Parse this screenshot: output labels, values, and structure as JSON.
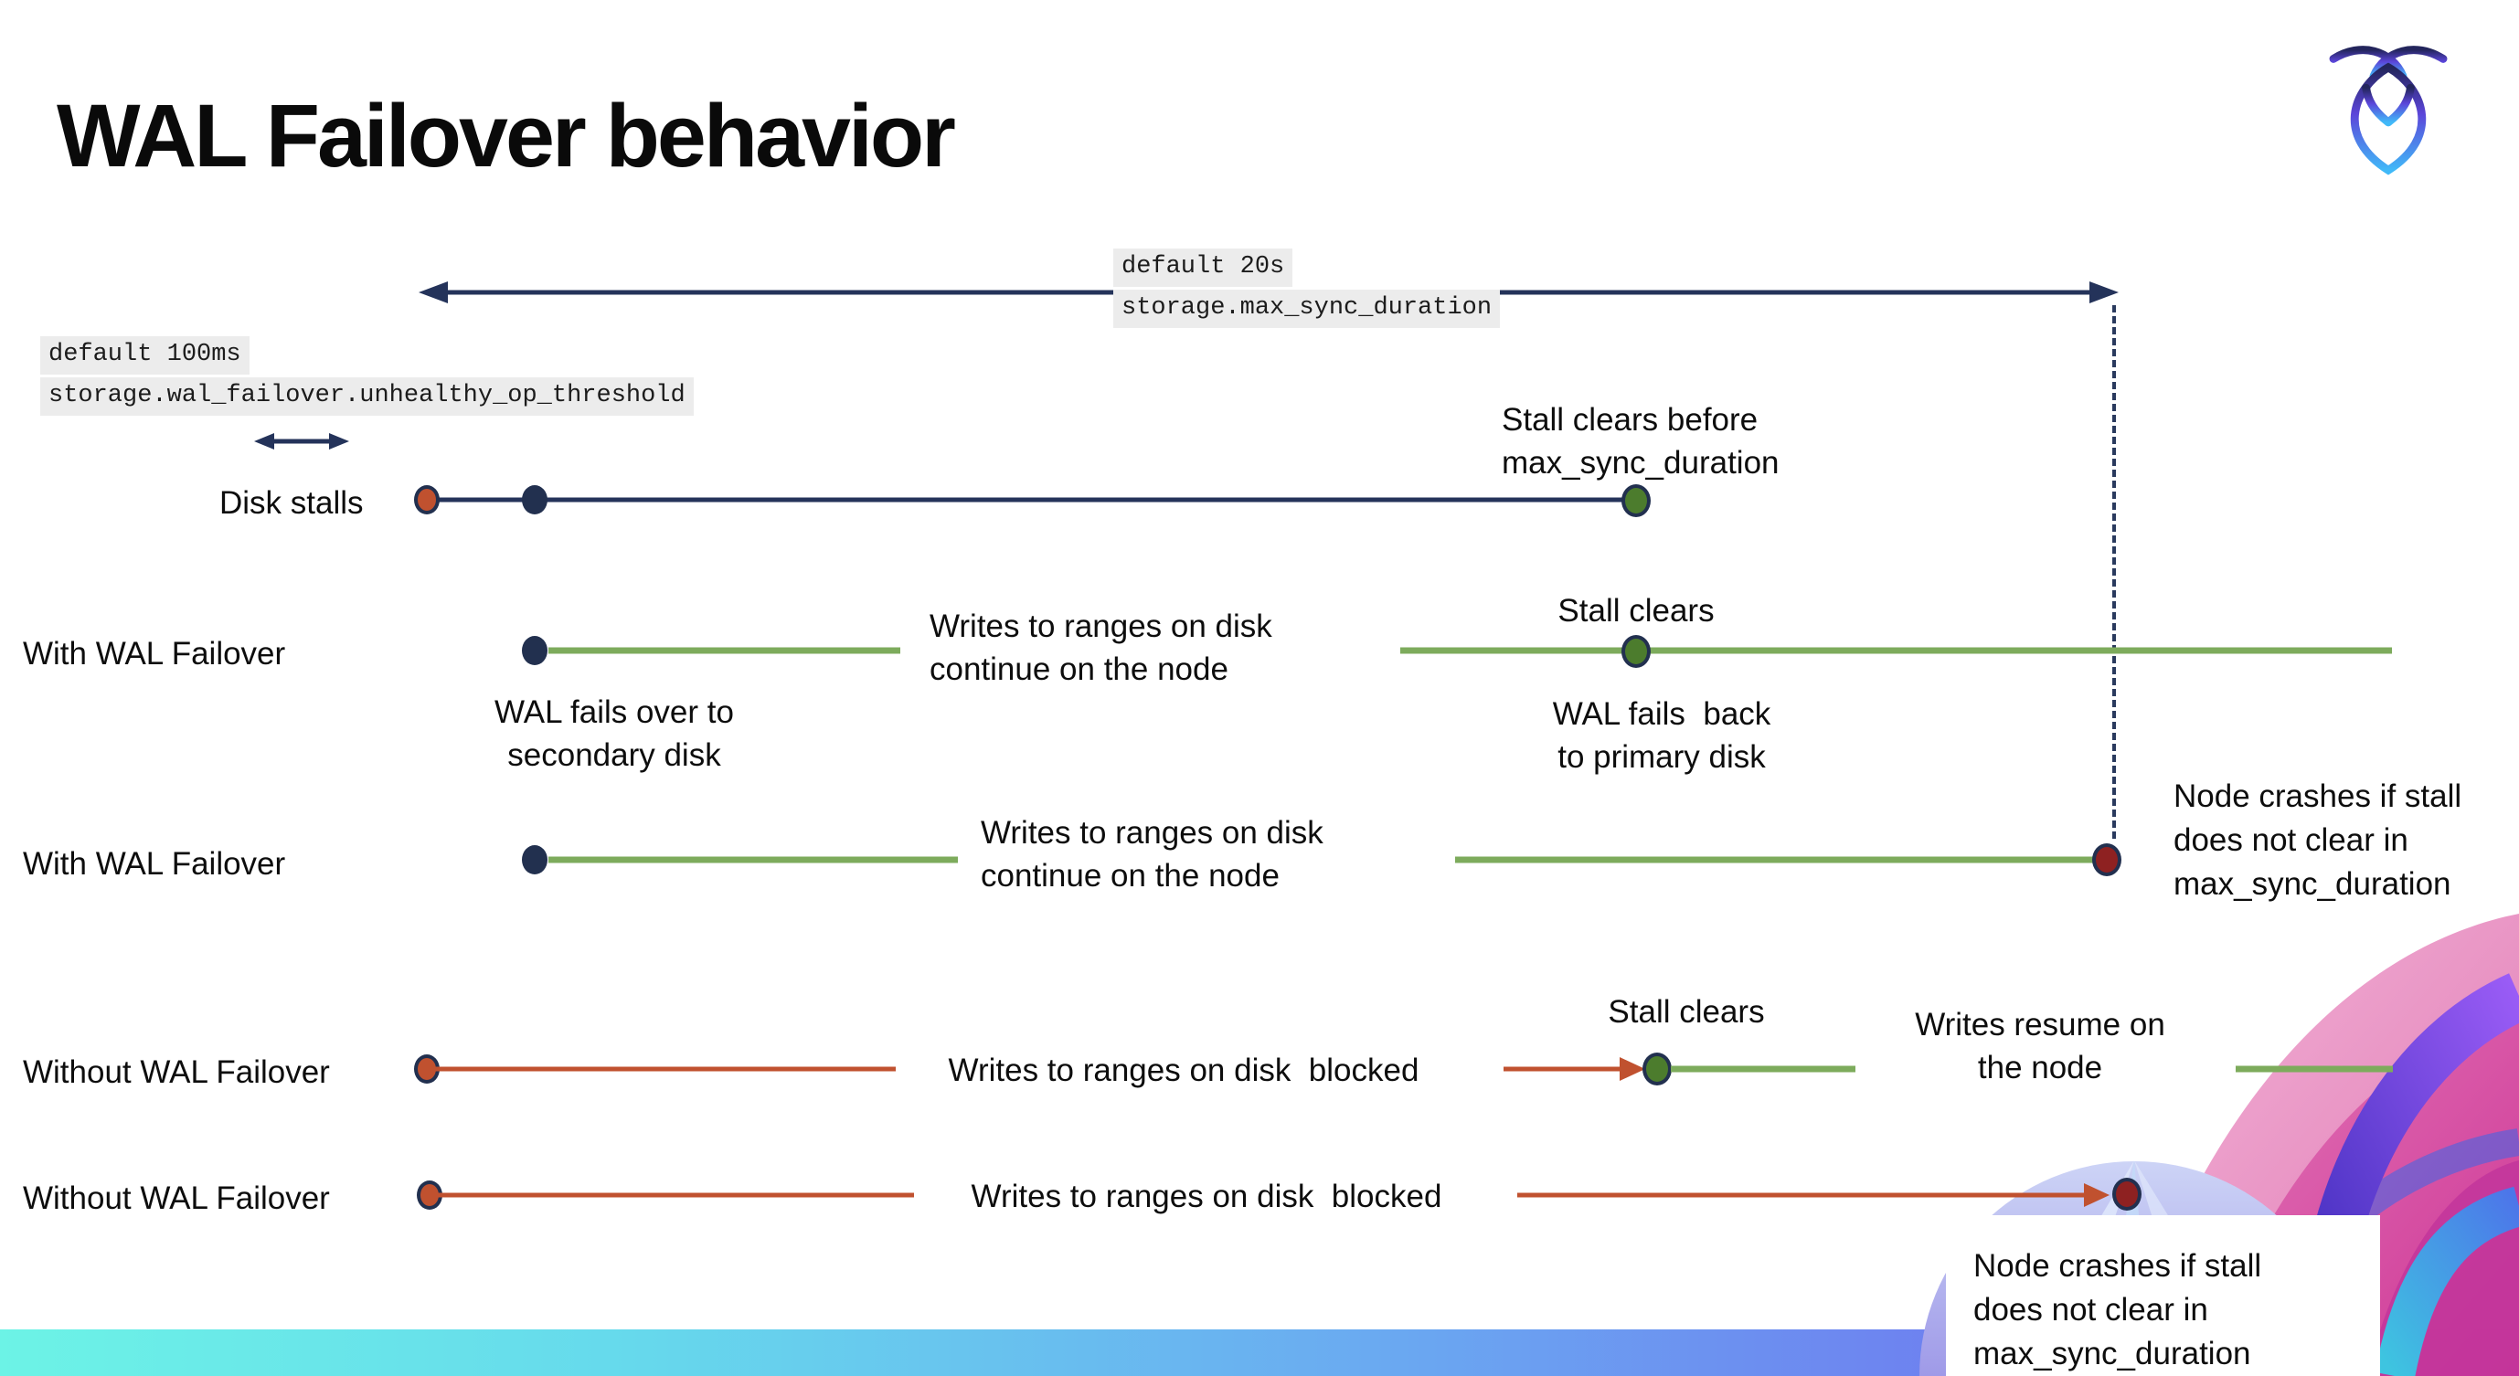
{
  "title": "WAL Failover behavior",
  "logo": "cockroachdb-logo",
  "config_annotations": {
    "max_sync_duration": {
      "default": "default 20s",
      "setting": "storage.max_sync_duration"
    },
    "unhealthy_op_threshold": {
      "default": "default 100ms",
      "setting": "storage.wal_failover.unhealthy_op_threshold"
    }
  },
  "rows": {
    "disk_stalls": {
      "label": "Disk stalls",
      "stall_clears_note": [
        "Stall clears before",
        "max_sync_duration"
      ]
    },
    "with_wal_failover_1": {
      "label": "With WAL Failover",
      "failover_note": [
        "WAL fails over to",
        "secondary disk"
      ],
      "writes_note": [
        "Writes to ranges on disk",
        "continue on the node"
      ],
      "stall_clears_note": "Stall clears",
      "failback_note": [
        "WAL fails  back",
        "to primary disk"
      ]
    },
    "with_wal_failover_2": {
      "label": "With WAL Failover",
      "writes_note": [
        "Writes to ranges on disk",
        "continue on the node"
      ],
      "crash_note": [
        "Node crashes if stall",
        "does not clear in",
        "max_sync_duration"
      ]
    },
    "without_wal_failover_1": {
      "label": "Without WAL Failover",
      "writes_note": "Writes to ranges on disk  blocked",
      "stall_clears_note": "Stall clears",
      "resume_note": [
        "Writes resume on",
        "the node"
      ]
    },
    "without_wal_failover_2": {
      "label": "Without WAL Failover",
      "writes_note": "Writes to ranges on disk  blocked",
      "crash_note": [
        "Node crashes if stall",
        "does not clear in",
        "max_sync_duration"
      ]
    }
  },
  "colors": {
    "navy": "#24335a",
    "timeline_green": "#7dab5c",
    "green_dot": "#4c7c2d",
    "stall_red": "#c0512f",
    "crash_red": "#8e2121",
    "code_background": "#ececec",
    "footer_gradient": [
      "#6cf3e6",
      "#6aa9f1",
      "#7150e9"
    ]
  }
}
